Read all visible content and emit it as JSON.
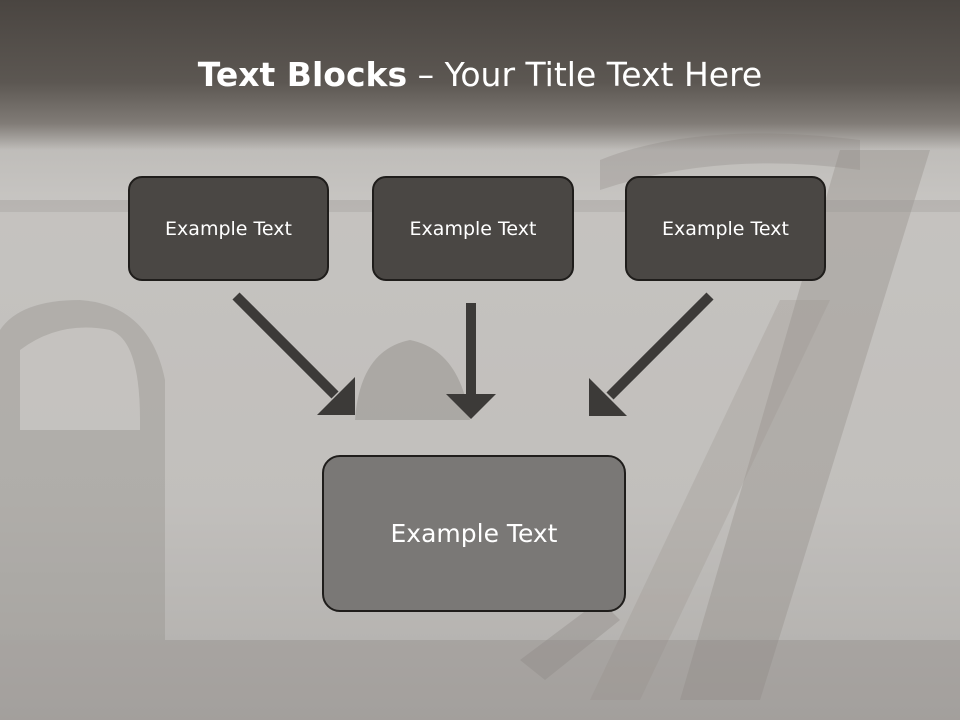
{
  "slide": {
    "title_bold": "Text Blocks",
    "title_separator": "–",
    "title_rest": "Your Title Text Here",
    "boxes": [
      {
        "label": "Example Text"
      },
      {
        "label": "Example Text"
      },
      {
        "label": "Example Text"
      }
    ],
    "target_box": {
      "label": "Example Text"
    }
  },
  "colors": {
    "box_fill": "#4a4744",
    "target_fill": "#7a7876",
    "arrow": "#3c3a38",
    "header": "#4a4541"
  },
  "icons": [
    "arrow-down-right-icon",
    "arrow-down-icon",
    "arrow-down-left-icon"
  ]
}
